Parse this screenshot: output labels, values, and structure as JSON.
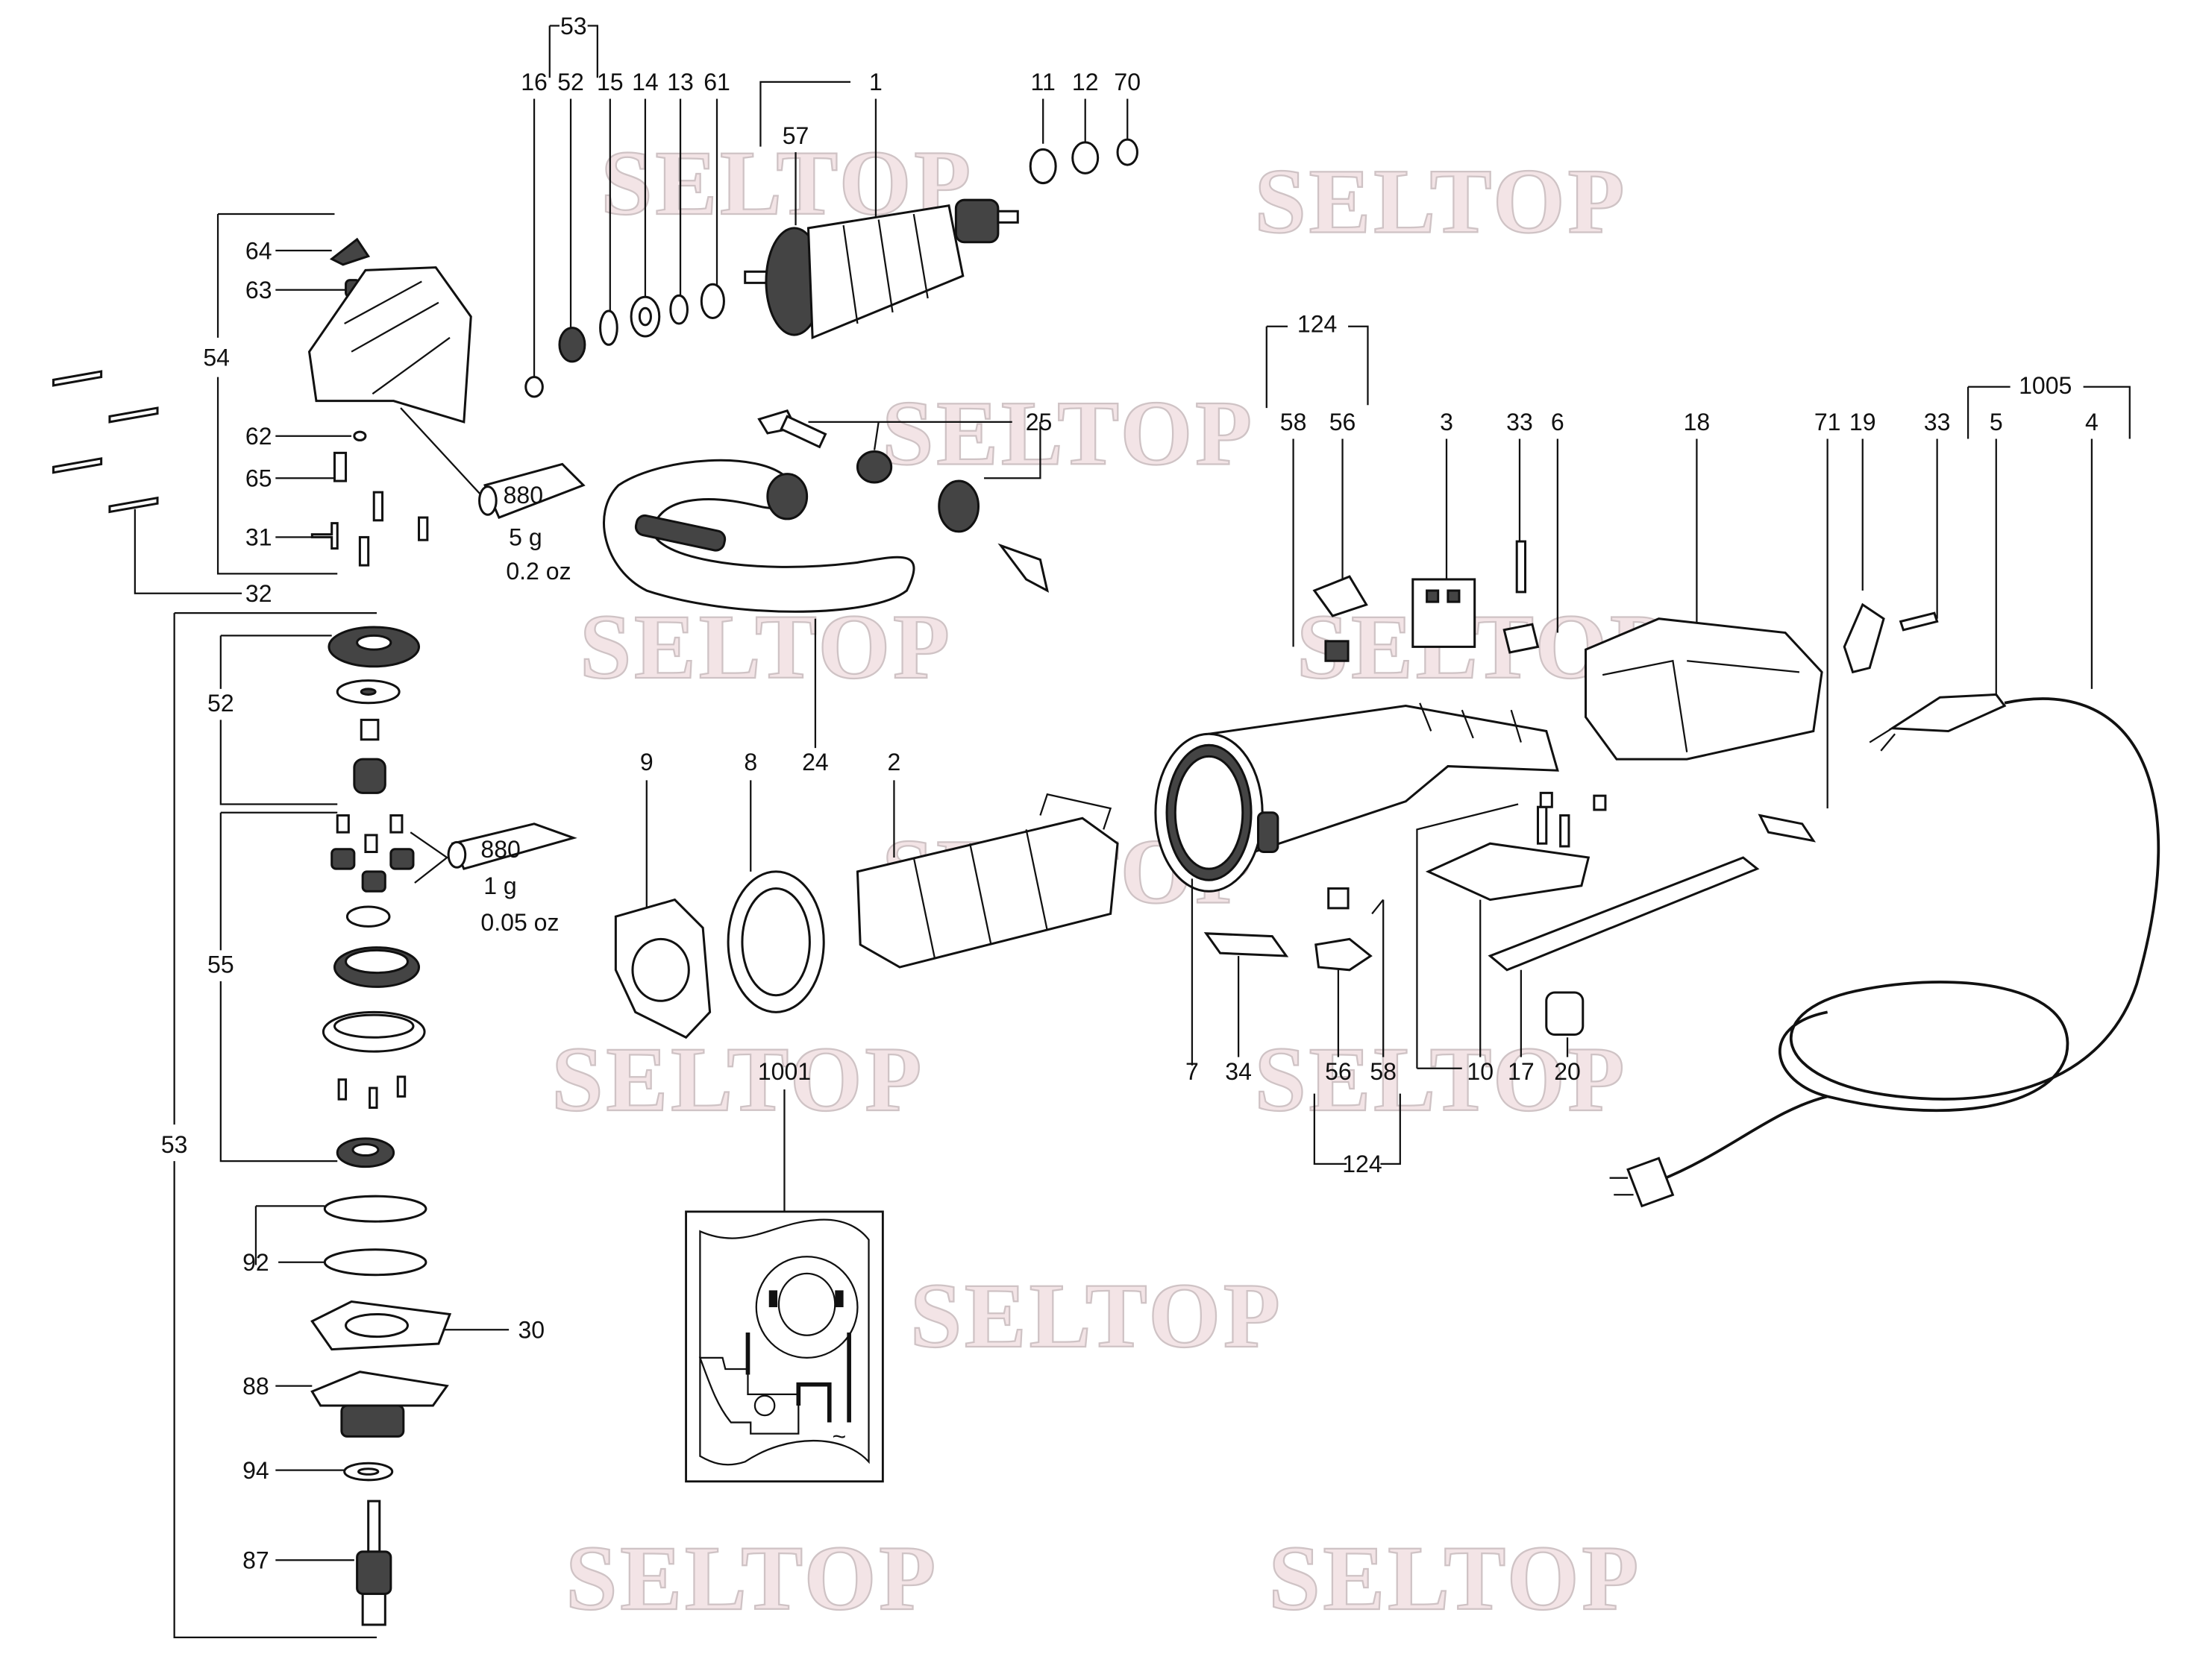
{
  "diagram": {
    "title": "Exploded parts diagram (angle grinder)",
    "watermark": "SELTOP",
    "labels": {
      "top_row": [
        "16",
        "52",
        "15",
        "14",
        "13",
        "61",
        "1",
        "11",
        "12",
        "70"
      ],
      "group_53_top": "53",
      "armature_fan": "57",
      "gear_head_group": "54",
      "gear_head_parts": [
        "64",
        "63",
        "62",
        "65",
        "31"
      ],
      "screws": "32",
      "grease_880_a": {
        "code": "880",
        "mass": "5 g",
        "oz": "0.2 oz"
      },
      "grease_880_b": {
        "code": "880",
        "mass": "1 g",
        "oz": "0.05 oz"
      },
      "handle_parts": [
        "25",
        "24"
      ],
      "brush_group_top": "124",
      "upper_right": [
        "58",
        "56",
        "3",
        "33",
        "6",
        "18",
        "71",
        "19",
        "33",
        "5",
        "4"
      ],
      "cord_group": "1005",
      "left_column_groups": [
        "52",
        "55",
        "53"
      ],
      "left_column_parts": [
        "92",
        "30",
        "88",
        "94",
        "87"
      ],
      "middle_row": [
        "9",
        "8",
        "2"
      ],
      "bottom_row": [
        "7",
        "34",
        "56",
        "58",
        "10",
        "17",
        "20"
      ],
      "brush_group_bottom": "124",
      "wiring_diagram": "1001",
      "wiring_symbol": "~"
    }
  }
}
